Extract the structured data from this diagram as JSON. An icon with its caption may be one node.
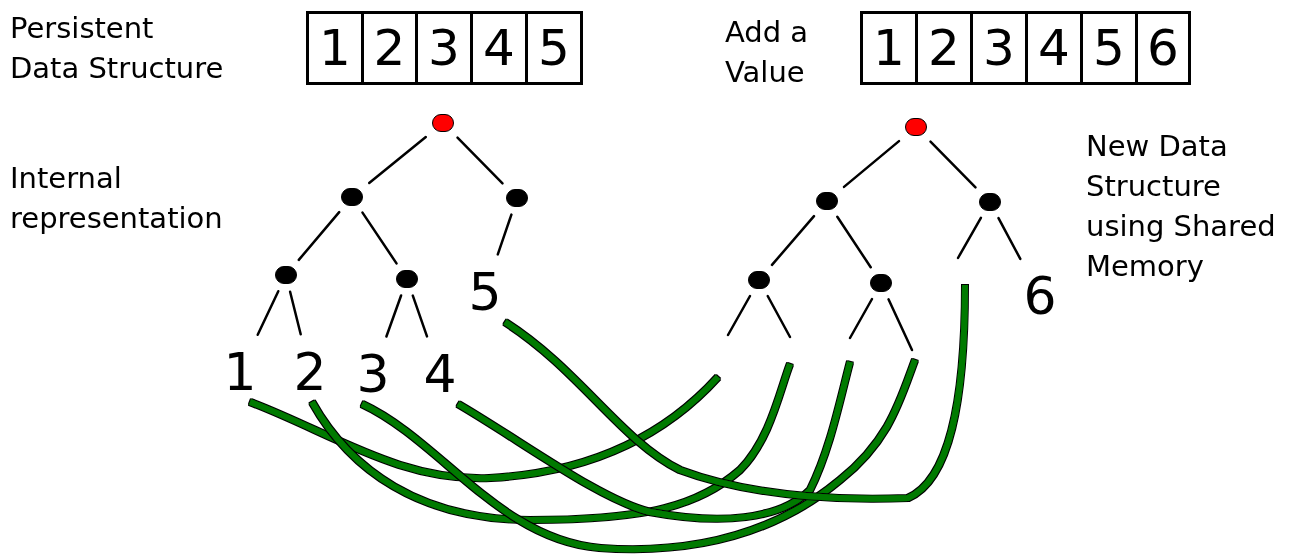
{
  "diagram": {
    "nodes": [
      {
        "text": [
          "1"
        ]
      },
      {
        "text": [
          "2"
        ]
      },
      {
        "text": [
          "3"
        ]
      },
      {
        "text": [
          "4"
        ]
      },
      {
        "text": [
          "5"
        ]
      },
      {
        "text": [
          "1"
        ]
      },
      {
        "text": [
          "2"
        ]
      },
      {
        "text": [
          "3"
        ]
      },
      {
        "text": [
          "4"
        ]
      },
      {
        "text": [
          "5"
        ]
      },
      {
        "text": [
          "6"
        ]
      },
      {
        "text": [],
        "shape": "circle"
      },
      {
        "text": [],
        "shape": "circle"
      },
      {
        "text": [],
        "shape": "circle"
      },
      {
        "text": [],
        "shape": "circle"
      },
      {
        "text": [],
        "shape": "circle"
      },
      {
        "text": [
          "5"
        ]
      },
      {
        "text": [
          "1"
        ]
      },
      {
        "text": [
          "2"
        ]
      },
      {
        "text": [
          "3"
        ]
      },
      {
        "text": [
          "4"
        ]
      },
      {
        "text": [],
        "shape": "circle"
      },
      {
        "text": [],
        "shape": "circle"
      },
      {
        "text": [],
        "shape": "circle"
      },
      {
        "text": [],
        "shape": "circle"
      },
      {
        "text": [],
        "shape": "circle"
      },
      {
        "text": [
          "6"
        ]
      }
    ],
    "edges": [
      {
        "from": 11,
        "to": 12,
        "arrow": "none"
      },
      {
        "from": 11,
        "to": 13,
        "arrow": "none"
      },
      {
        "from": 12,
        "to": 14,
        "arrow": "none"
      },
      {
        "from": 12,
        "to": 15,
        "arrow": "none"
      },
      {
        "from": 13,
        "to": 16,
        "arrow": "none"
      },
      {
        "from": 14,
        "to": 17,
        "arrow": "none"
      },
      {
        "from": 14,
        "to": 18,
        "arrow": "none"
      },
      {
        "from": 15,
        "to": 19,
        "arrow": "none"
      },
      {
        "from": 15,
        "to": 20,
        "arrow": "none"
      },
      {
        "from": 21,
        "to": 22,
        "arrow": "none"
      },
      {
        "from": 21,
        "to": 23,
        "arrow": "none"
      },
      {
        "from": 22,
        "to": 24,
        "arrow": "none"
      },
      {
        "from": 22,
        "to": 25,
        "arrow": "none"
      },
      {
        "from": 23,
        "to": null,
        "arrow": "none"
      },
      {
        "from": 23,
        "to": 26,
        "arrow": "none"
      },
      {
        "from": 24,
        "to": null,
        "arrow": "none"
      },
      {
        "from": 24,
        "to": null,
        "arrow": "none"
      },
      {
        "from": 25,
        "to": null,
        "arrow": "none"
      },
      {
        "from": 25,
        "to": null,
        "arrow": "none"
      },
      {
        "from": 17,
        "to": null,
        "arrow": "none",
        "style": "thick",
        "color": "#007a00"
      },
      {
        "from": 18,
        "to": null,
        "arrow": "none",
        "style": "thick",
        "color": "#007a00"
      },
      {
        "from": 19,
        "to": null,
        "arrow": "none",
        "style": "thick",
        "color": "#007a00"
      },
      {
        "from": 20,
        "to": null,
        "arrow": "none",
        "style": "thick",
        "color": "#007a00"
      },
      {
        "from": 16,
        "to": null,
        "arrow": "none",
        "style": "thick",
        "color": "#007a00"
      }
    ],
    "labels": [
      "Persistent Data Structure",
      "Add a Value",
      "Internal representation",
      "New Data Structure using Shared Memory"
    ]
  }
}
